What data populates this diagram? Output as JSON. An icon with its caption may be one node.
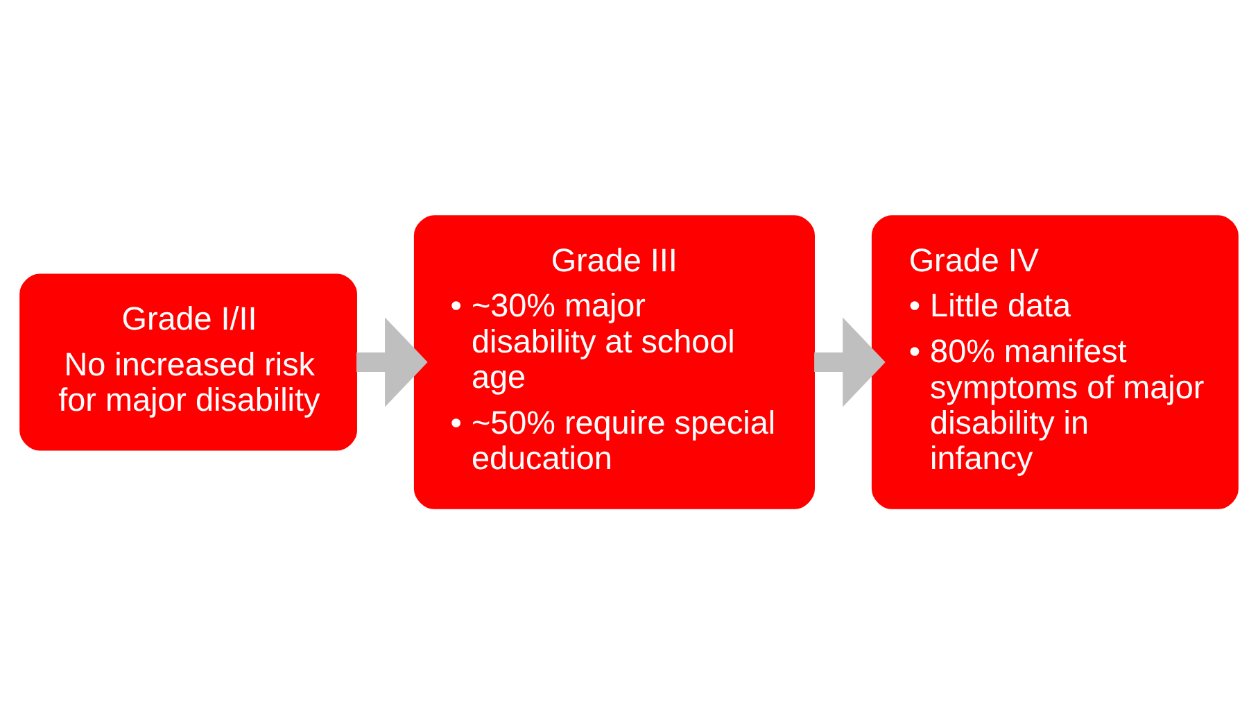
{
  "diagram": {
    "nodes": [
      {
        "text": [
          "Grade I/II",
          "No increased risk for major disability"
        ]
      },
      {
        "text": [
          "Grade III",
          "• ~30% major disability at school age",
          "• ~50% require special education"
        ]
      },
      {
        "text": [
          "Grade IV",
          "• Little data",
          "• 80% manifest symptoms of major disability in infancy"
        ]
      }
    ],
    "edges": [
      {
        "from": 0,
        "to": 1,
        "arrow": "to"
      },
      {
        "from": 1,
        "to": 2,
        "arrow": "to"
      }
    ]
  }
}
